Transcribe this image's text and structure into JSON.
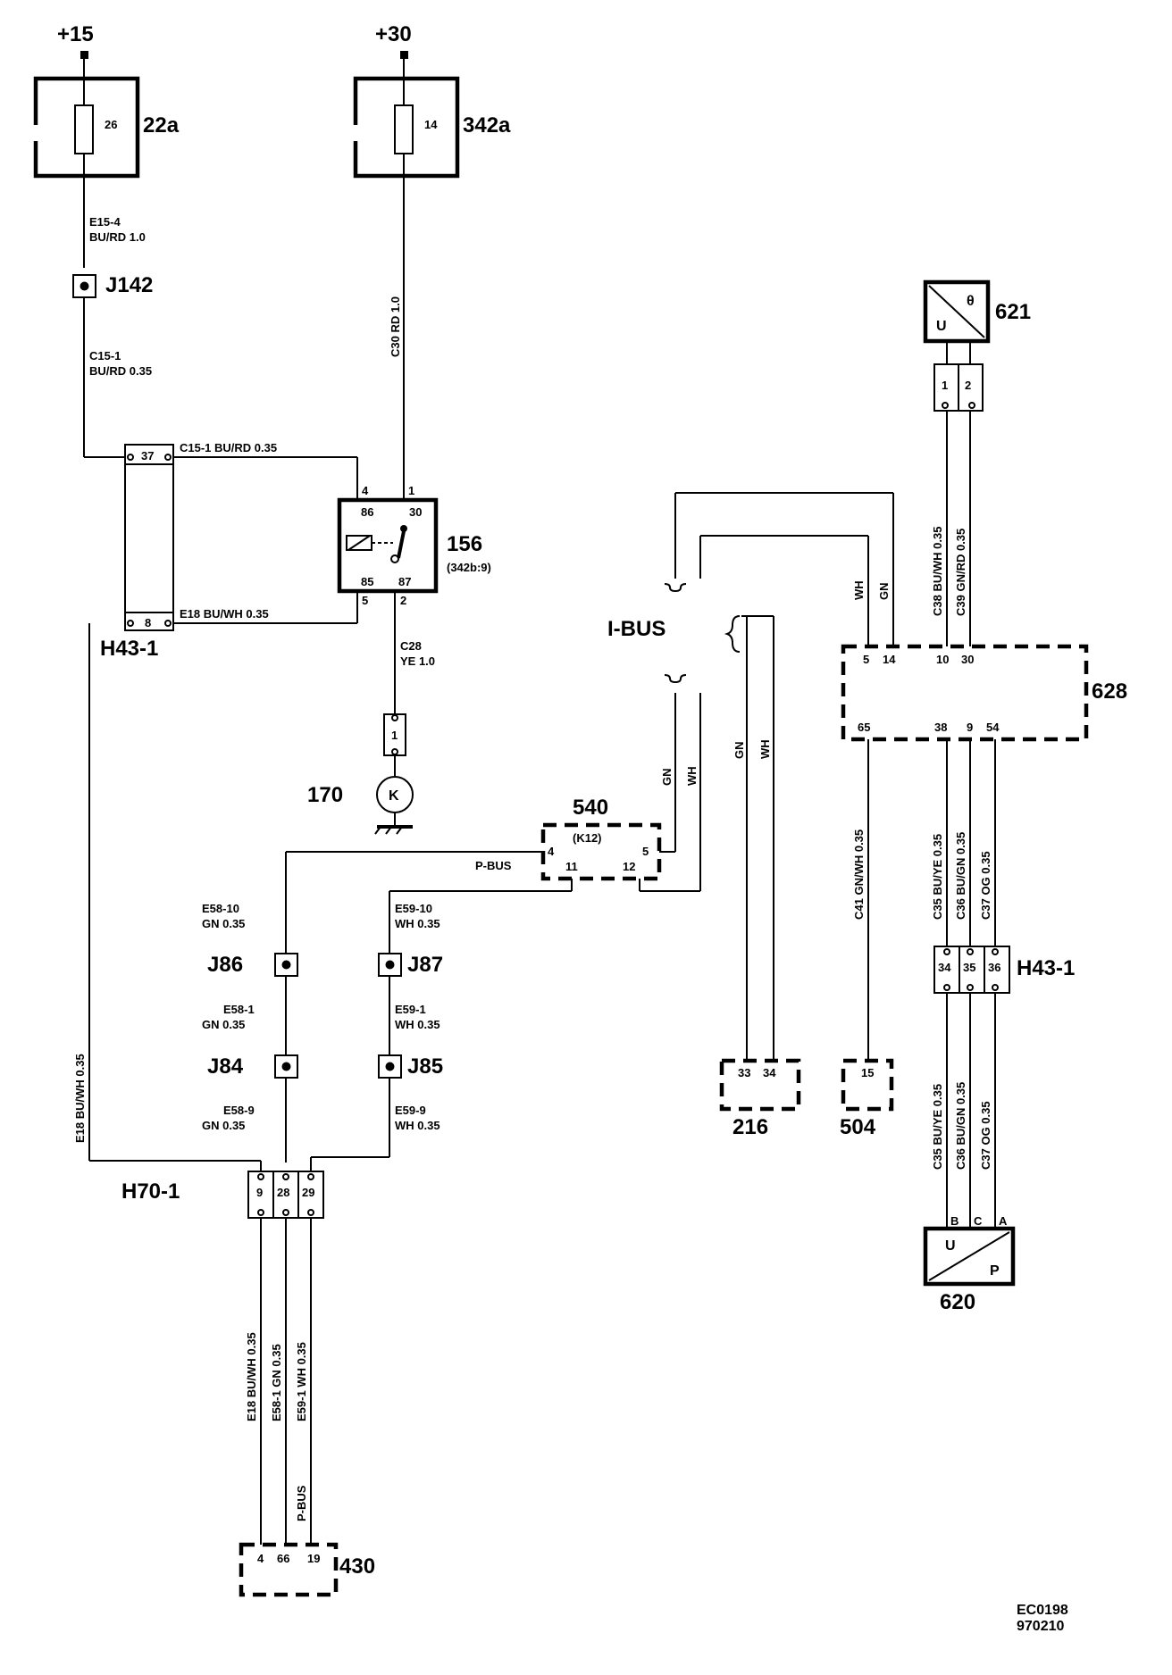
{
  "power": {
    "plus15": "+15",
    "plus30": "+30"
  },
  "fuses": {
    "f22a": {
      "label": "22a",
      "pin": "26"
    },
    "f342a": {
      "label": "342a",
      "pin": "14"
    }
  },
  "wires": {
    "e15_4": [
      "E15-4",
      "BU/RD  1.0"
    ],
    "c15_1_left": [
      "C15-1",
      "BU/RD  0.35"
    ],
    "c15_1_top": "C15-1   BU/RD  0.35",
    "c30": "C30  RD  1.0",
    "e18_top": "E18  BU/WH 0.35",
    "c28": [
      "C28",
      "YE  1.0"
    ],
    "pbus": "P-BUS",
    "e58_10": [
      "E58-10",
      "GN 0.35"
    ],
    "e59_10": [
      "E59-10",
      "WH 0.35"
    ],
    "e58_1": [
      "E58-1",
      "GN 0.35"
    ],
    "e59_1": [
      "E59-1",
      "WH 0.35"
    ],
    "e58_9": [
      "E58-9",
      "GN 0.35"
    ],
    "e59_9": [
      "E59-9",
      "WH 0.35"
    ],
    "e18_vert": "E18  BU/WH 0.35",
    "bot_e18": "E18  BU/WH 0.35",
    "bot_e58": "E58-1  GN 0.35",
    "bot_e59": "E59-1  WH 0.35",
    "bot_pbus": "P-BUS",
    "gn": "GN",
    "wh": "WH",
    "c38": "C38  BU/WH 0.35",
    "c39": "C39  GN/RD 0.35",
    "c41": "C41  GN/WH 0.35",
    "c35": "C35  BU/YE  0.35",
    "c36": "C36  BU/GN  0.35",
    "c37": "C37  OG  0.35"
  },
  "components": {
    "j142": "J142",
    "j86": "J86",
    "j87": "J87",
    "j84": "J84",
    "j85": "J85",
    "h43_left": {
      "label": "H43-1",
      "pins": [
        "37",
        "8"
      ]
    },
    "relay": {
      "label": "156",
      "sub": "(342b:9)",
      "pins": [
        "4",
        "1",
        "86",
        "30",
        "85",
        "87",
        "5",
        "2"
      ]
    },
    "c170": {
      "label": "170",
      "pin": "1",
      "symbol": "K"
    },
    "c540": {
      "label": "540",
      "sub": "(K12)",
      "pins": [
        "4",
        "5",
        "11",
        "12"
      ]
    },
    "h70": {
      "label": "H70-1",
      "pins": [
        "9",
        "28",
        "29"
      ]
    },
    "c430": {
      "label": "430",
      "pins": [
        "4",
        "66",
        "19"
      ]
    },
    "ibus": "I-BUS",
    "c216": {
      "label": "216",
      "pins": [
        "33",
        "34"
      ]
    },
    "c504": {
      "label": "504",
      "pins": [
        "15"
      ]
    },
    "c621": {
      "label": "621",
      "pins": [
        "1",
        "2"
      ],
      "u": "U",
      "theta": "θ"
    },
    "c628": {
      "label": "628",
      "top_pins": [
        "5",
        "14",
        "10",
        "30"
      ],
      "bottom_pins": [
        "65",
        "38",
        "9",
        "54"
      ]
    },
    "h43_right": {
      "label": "H43-1",
      "pins": [
        "34",
        "35",
        "36"
      ]
    },
    "c620": {
      "label": "620",
      "pins": [
        "B",
        "C",
        "A"
      ],
      "u": "U",
      "p": "P"
    }
  },
  "footer": {
    "code": "EC0198",
    "date": "970210"
  }
}
